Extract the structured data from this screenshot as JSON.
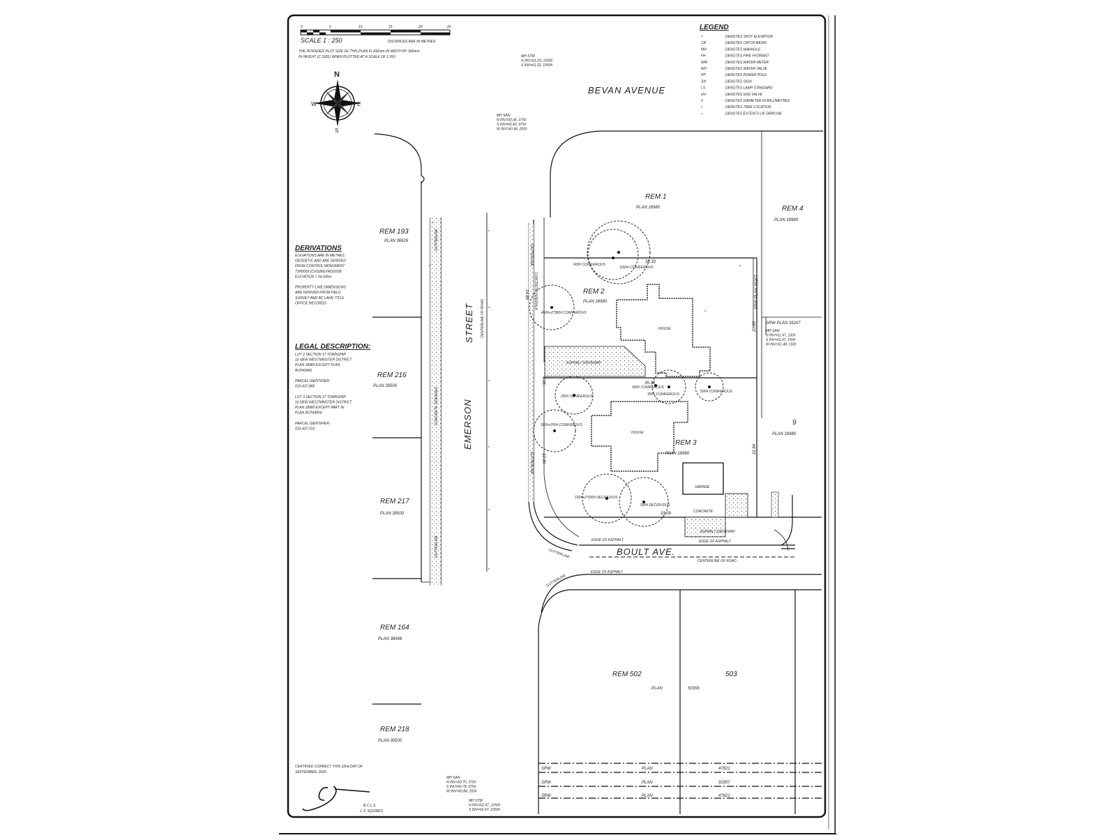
{
  "scale": {
    "ticks": [
      "0",
      "5",
      "10",
      "15",
      "20",
      "25"
    ],
    "label": "SCALE 1 : 250",
    "units_note": "DISTANCES ARE IN METRES",
    "plot_note_1": "THE INTENDED PLOT SIZE OF THIS PLAN IS 432mm IN WIDTH BY 560mm",
    "plot_note_2": "IN HEIGHT (C SIZE) WHEN PLOTTED AT A SCALE OF 1:250"
  },
  "compass": {
    "n": "N",
    "e": "E",
    "s": "S",
    "w": "W"
  },
  "legend": {
    "title": "LEGEND",
    "items": [
      {
        "sym": "×",
        "text": "DENOTES SPOT ELEVATION"
      },
      {
        "sym": "CB",
        "text": "DENOTES CATCH BASIN"
      },
      {
        "sym": "MH",
        "text": "DENOTES MANHOLE"
      },
      {
        "sym": "FH",
        "text": "DENOTES FIRE HYDRANT"
      },
      {
        "sym": "WM",
        "text": "DENOTES WATER METER"
      },
      {
        "sym": "WV",
        "text": "DENOTES WATER VALVE"
      },
      {
        "sym": "PP",
        "text": "DENOTES POWER POLE"
      },
      {
        "sym": "SN",
        "text": "DENOTES SIGN"
      },
      {
        "sym": "LS",
        "text": "DENOTES LAMP STANDARD"
      },
      {
        "sym": "GV",
        "text": "DENOTES GAS VALVE"
      },
      {
        "sym": "#",
        "text": "DENOTES DIAMETER IN MILLIMETRES"
      },
      {
        "sym": "•",
        "text": "DENOTES TREE LOCATION"
      },
      {
        "sym": "○",
        "text": "DENOTES EXTENTS OF DRIPLINE"
      }
    ]
  },
  "derivations": {
    "title": "DERIVATIONS",
    "lines": [
      "ELEVATIONS ARE IN METRES",
      "GEODETIC AND ARE DERIVED",
      "FROM CONTROL MONUMENT",
      "73H0659 (CVD28GVRD2018)",
      "ELEVATION = 64.645m",
      "",
      "PROPERTY LINE DIMENSIONS",
      "ARE DERIVED FROM FIELD",
      "SURVEY AND BC LAND TITLE",
      "OFFICE RECORDS"
    ]
  },
  "legal": {
    "title": "LEGAL DESCRIPTION:",
    "lines": [
      "LOT 2 SECTION 17 TOWNSHIP",
      "16 NEW WESTMINSTER DISTRICT",
      "PLAN 18980 EXCEPT PLAN",
      "BCP43455",
      "",
      "PARCEL IDENTIFIER:",
      "010-437-886",
      "",
      "LOT 3 SECTION 17 TOWNSHIP",
      "16 NEW WESTMINSTER DISTRICT",
      "PLAN 18980 EXCEPT PART IN",
      "PLAN BCP44804",
      "",
      "PARCEL IDENTIFIER:",
      "010-437-916"
    ]
  },
  "streets": {
    "bevan": "BEVAN   AVENUE",
    "emerson": "EMERSON",
    "street": "STREET",
    "boult": "BOULT   AVE."
  },
  "lots": [
    {
      "name": "REM 193",
      "plan": "PLAN  36926"
    },
    {
      "name": "REM 216",
      "plan": "PLAN  39500"
    },
    {
      "name": "REM 217",
      "plan": "PLAN  39500"
    },
    {
      "name": "REM 164",
      "plan": "PLAN  38048"
    },
    {
      "name": "REM 218",
      "plan": "PLAN  39500"
    },
    {
      "name": "REM 1",
      "plan": "PLAN   18980"
    },
    {
      "name": "REM 4",
      "plan": "PLAN   18980"
    },
    {
      "name": "REM 2",
      "plan": "PLAN   18980"
    },
    {
      "name": "REM 3",
      "plan": "PLAN   18980"
    },
    {
      "name": "9",
      "plan": "PLAN   18980"
    },
    {
      "name": "REM 502",
      "plan": "PLAN"
    },
    {
      "name": "503",
      "plan": "50356"
    }
  ],
  "labels": {
    "house": "HOUSE",
    "garage": "GARAGE",
    "concrete": "CONCRETE",
    "asphalt_driveway": "ASPHALT DRIVEWAY",
    "edge_of_asphalt": "EDGE OF ASPHALT",
    "centerline": "CENTERLINE OF ROAD",
    "gutterline": "GUTTERLINE",
    "concrete_sidewalk": "CONCRETE SIDEWALK",
    "srw_plan_35207": "SRW PLAN 35207",
    "mh_san": "MH SAN",
    "mh_stm": "MH STM"
  },
  "trees": [
    {
      "text": "600# CONIFEROUS"
    },
    {
      "text": "1000# CONIFEROUS"
    },
    {
      "text": "450#+2*350# CONIFEROUS"
    },
    {
      "text": "250# CONIFEROUS"
    },
    {
      "text": "300# CONIFEROUS"
    },
    {
      "text": "350# CONIFEROUS"
    },
    {
      "text": "500# CONIFEROUS"
    },
    {
      "text": "300#+250# CONIFEROUS"
    },
    {
      "text": "150#+2*200# DECIDUOUS"
    },
    {
      "text": "500# DECIDUOUS"
    }
  ],
  "dimensions": [
    "36.33",
    "35.34",
    "31.09",
    "14.88",
    "12.49",
    "20.20",
    "22.84",
    "3.95"
  ],
  "inverts": {
    "stm_top": [
      "MH STM",
      "N INV=61.03, 1050#",
      "S INV=61.22, 1050#"
    ],
    "san_top": [
      "MH SAN",
      "N INV=60.40, 375#",
      "S INV=60.42, 375#",
      "W INV=60.46, 200#"
    ],
    "san_right": [
      "MH SAN",
      "N INV=61.47, 150#",
      "S INV=61.47, 150#",
      "W INV=61.48, 150#"
    ],
    "san_bottom": [
      "MH SAN",
      "N INV=60.75, 375#",
      "S INV=60.78, 375#",
      "W INV=60.84, 200#"
    ],
    "stm_bottom": [
      "MH STM",
      "N INV=62.47, 1050#",
      "S INV=62.47, 1050#"
    ]
  },
  "srw_rows": [
    {
      "a": "SRW",
      "b": "PLAN",
      "c": "47821"
    },
    {
      "a": "SRW",
      "b": "PLAN",
      "c": "50357"
    },
    {
      "a": "SRW",
      "b": "PLAN",
      "c": "47821"
    }
  ],
  "certification": {
    "line1": "CERTIFIED CORRECT THIS 22nd DAY OF",
    "line2": "SEPTEMBER, 2020.",
    "bcls": "B.C.L.S.",
    "name": "J. F. SQUIRES"
  }
}
